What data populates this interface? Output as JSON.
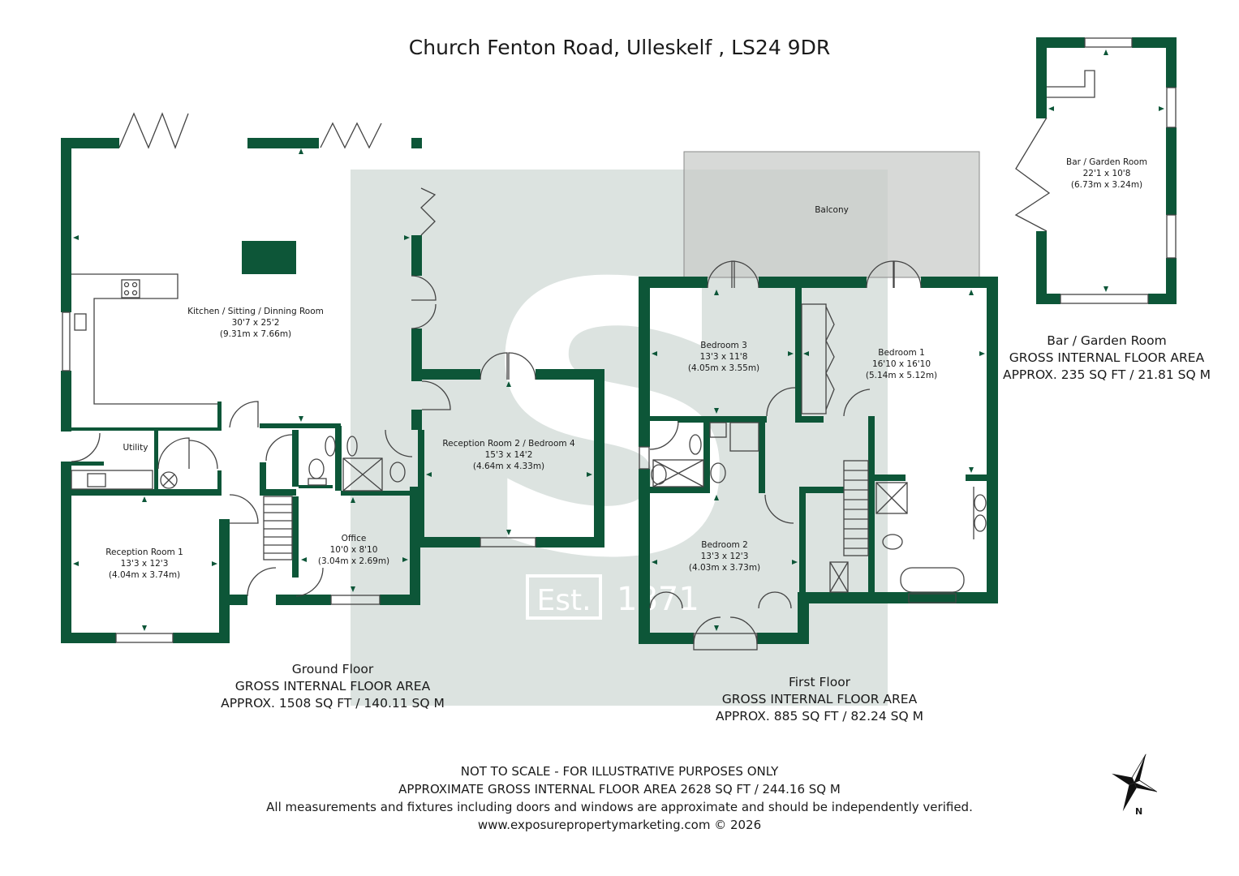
{
  "title": "Church Fenton Road, Ulleskelf , LS24 9DR",
  "watermark": {
    "letter": "S",
    "est": "Est.",
    "year": "1871"
  },
  "colors": {
    "wall": "#0d5638",
    "watermark": "#dce3e0",
    "balcony": "#c9ccca"
  },
  "rooms": {
    "kitchen": {
      "name": "Kitchen / Sitting / Dinning Room",
      "imperial": "30'7 x 25'2",
      "metric": "(9.31m x 7.66m)"
    },
    "utility": {
      "name": "Utility"
    },
    "reception1": {
      "name": "Reception Room 1",
      "imperial": "13'3 x 12'3",
      "metric": "(4.04m x 3.74m)"
    },
    "office": {
      "name": "Office",
      "imperial": "10'0 x 8'10",
      "metric": "(3.04m x 2.69m)"
    },
    "reception2": {
      "name": "Reception Room 2 / Bedroom 4",
      "imperial": "15'3 x 14'2",
      "metric": "(4.64m x 4.33m)"
    },
    "balcony": {
      "name": "Balcony"
    },
    "bedroom3": {
      "name": "Bedroom 3",
      "imperial": "13'3 x 11'8",
      "metric": "(4.05m x 3.55m)"
    },
    "bedroom1": {
      "name": "Bedroom 1",
      "imperial": "16'10 x 16'10",
      "metric": "(5.14m x 5.12m)"
    },
    "bedroom2": {
      "name": "Bedroom 2",
      "imperial": "13'3 x 12'3",
      "metric": "(4.03m x 3.73m)"
    },
    "bar": {
      "name": "Bar / Garden Room",
      "imperial": "22'1 x 10'8",
      "metric": "(6.73m x 3.24m)"
    }
  },
  "summaries": {
    "ground": {
      "floor": "Ground Floor",
      "label": "GROSS INTERNAL FLOOR AREA",
      "area": "APPROX. 1508 SQ FT / 140.11 SQ M"
    },
    "first": {
      "floor": "First Floor",
      "label": "GROSS INTERNAL FLOOR AREA",
      "area": "APPROX. 885 SQ FT / 82.24 SQ M"
    },
    "bar": {
      "floor": "Bar / Garden Room",
      "label": "GROSS INTERNAL FLOOR AREA",
      "area": "APPROX. 235 SQ FT / 21.81 SQ M"
    }
  },
  "footer": {
    "line1": "NOT TO SCALE - FOR ILLUSTRATIVE PURPOSES ONLY",
    "line2": "APPROXIMATE GROSS INTERNAL FLOOR AREA 2628 SQ FT / 244.16 SQ M",
    "line3": "All measurements and fixtures including doors and windows are approximate and should be independently verified.",
    "line4": "www.exposurepropertymarketing.com © 2026"
  },
  "compass": {
    "label": "N",
    "icon": "compass-rose-icon"
  }
}
